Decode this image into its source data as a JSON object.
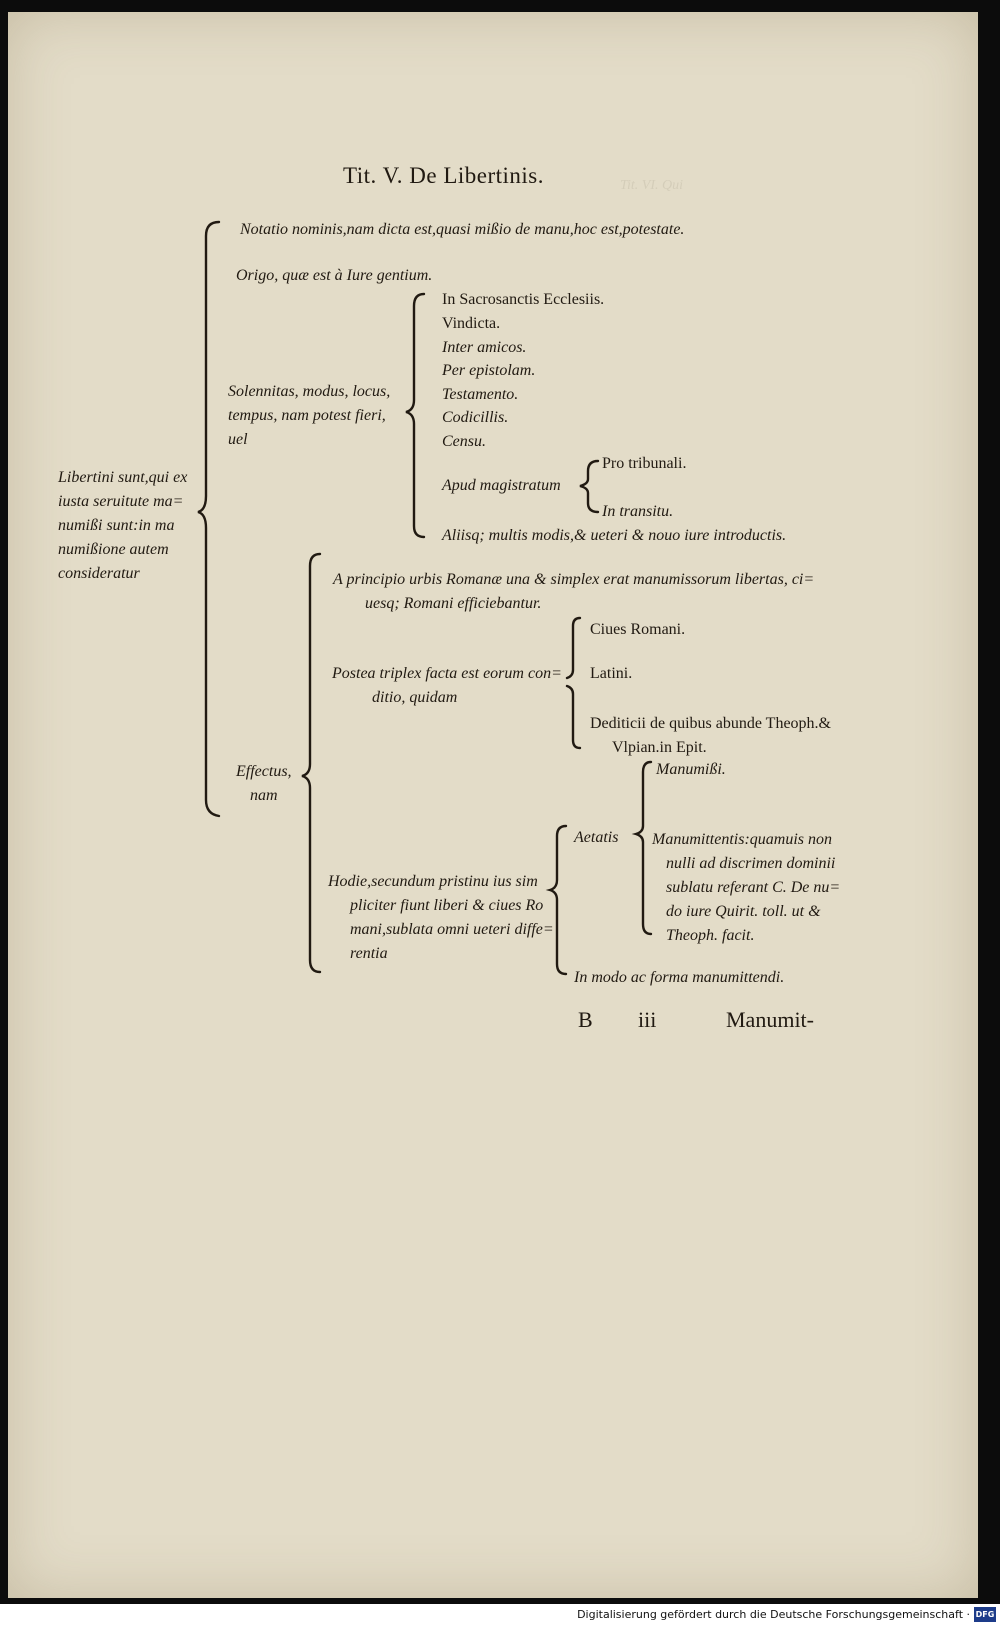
{
  "title": "Tit. V. De Libertinis.",
  "root": [
    "Libertini sunt,qui ex",
    "iusta seruitute ma=",
    "numißi sunt:in ma",
    "numißione autem",
    "consideratur"
  ],
  "notatio": "Notatio nominis,nam dicta est,quasi mißio de manu,hoc est,potestate.",
  "origo": "Origo, quæ est à Iure gentium.",
  "solennitas": {
    "label": [
      "Solennitas, modus, locus,",
      "tempus, nam potest fieri,",
      "uel"
    ],
    "items": [
      "In Sacrosanctis Ecclesiis.",
      "Vindicta.",
      "Inter amicos.",
      "Per epistolam.",
      "Testamento.",
      "Codicillis.",
      "Censu."
    ],
    "apud": "Apud magistratum",
    "apud_items": [
      "Pro tribunali.",
      "In transitu."
    ],
    "aliis": "Aliisq; multis modis,& ueteri & nouo iure introductis."
  },
  "effectus": {
    "label": [
      "Effectus,",
      "nam"
    ],
    "principio": [
      "A principio urbis Romanæ una & simplex erat manumissorum libertas, ci=",
      "uesq; Romani efficiebantur."
    ],
    "postea": [
      "Postea triplex facta est eorum con=",
      "ditio, quidam"
    ],
    "postea_items": [
      "Ciues Romani.",
      "Latini."
    ],
    "dediticii": [
      "Dediticii de quibus abunde Theoph.&",
      "Vlpian.in Epit."
    ],
    "hodie": [
      "Hodie,secundum pristinu ius sim",
      "pliciter fiunt liberi & ciues Ro",
      "mani,sublata omni ueteri diffe=",
      "rentia"
    ],
    "aetatis": "Aetatis",
    "manumissi": "Manumißi.",
    "manumittentis": [
      "Manumittentis:quamuis non",
      "nulli ad discrimen dominii",
      "sublatu referant C. De nu=",
      "do iure Quirit. toll. ut &",
      "Theoph. facit."
    ],
    "in_modo": "In modo ac forma manumittendi."
  },
  "signature": {
    "letter": "B",
    "numeral": "iii",
    "catchword": "Manumit-"
  },
  "footer": {
    "text": "Digitalisierung gefördert durch die Deutsche Forschungsgemeinschaft ·",
    "logo": "DFG"
  }
}
